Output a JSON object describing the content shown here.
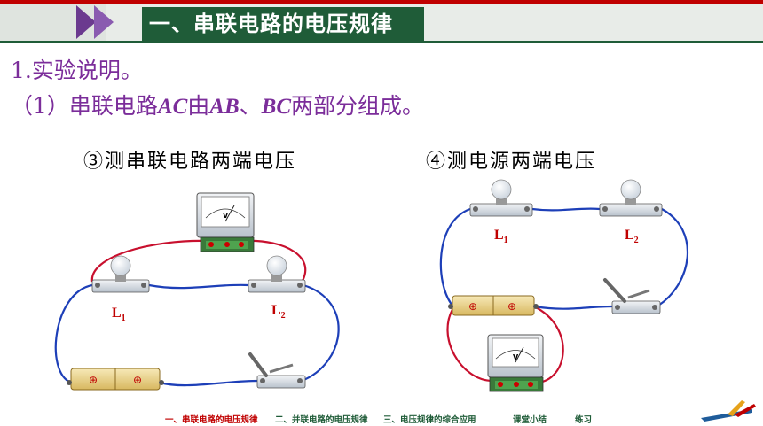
{
  "header": {
    "title": "一、串联电路的电压规律"
  },
  "content": {
    "heading1": "1.实验说明。",
    "line2_prefix": "（1）串联电路",
    "line2_ac": "AC",
    "line2_mid": "由",
    "line2_ab": "AB",
    "line2_sep": "、",
    "line2_bc": "BC",
    "line2_suffix": "两部分组成。",
    "caption_left": "③测串联电路两端电压",
    "caption_right": "④测电源两端电压"
  },
  "diagram_left": {
    "bulb1": "L",
    "bulb1_sub": "1",
    "bulb2": "L",
    "bulb2_sub": "2",
    "meter_symbol": "V",
    "battery_symbol1": "⊕",
    "battery_symbol2": "⊕"
  },
  "diagram_right": {
    "bulb1": "L",
    "bulb1_sub": "1",
    "bulb2": "L",
    "bulb2_sub": "2",
    "meter_symbol": "V",
    "battery_symbol1": "⊕",
    "battery_symbol2": "⊕"
  },
  "footer": {
    "items": [
      "一、串联电路的电压规律",
      "二、并联电路的电压规律",
      "三、电压规律的综合应用",
      "课堂小结",
      "练习"
    ]
  },
  "colors": {
    "title_bg": "#1f5c38",
    "purple_text": "#7b2d9a",
    "red_accent": "#c00000",
    "wire_blue": "#1d3fb8",
    "wire_red": "#c8102e"
  }
}
